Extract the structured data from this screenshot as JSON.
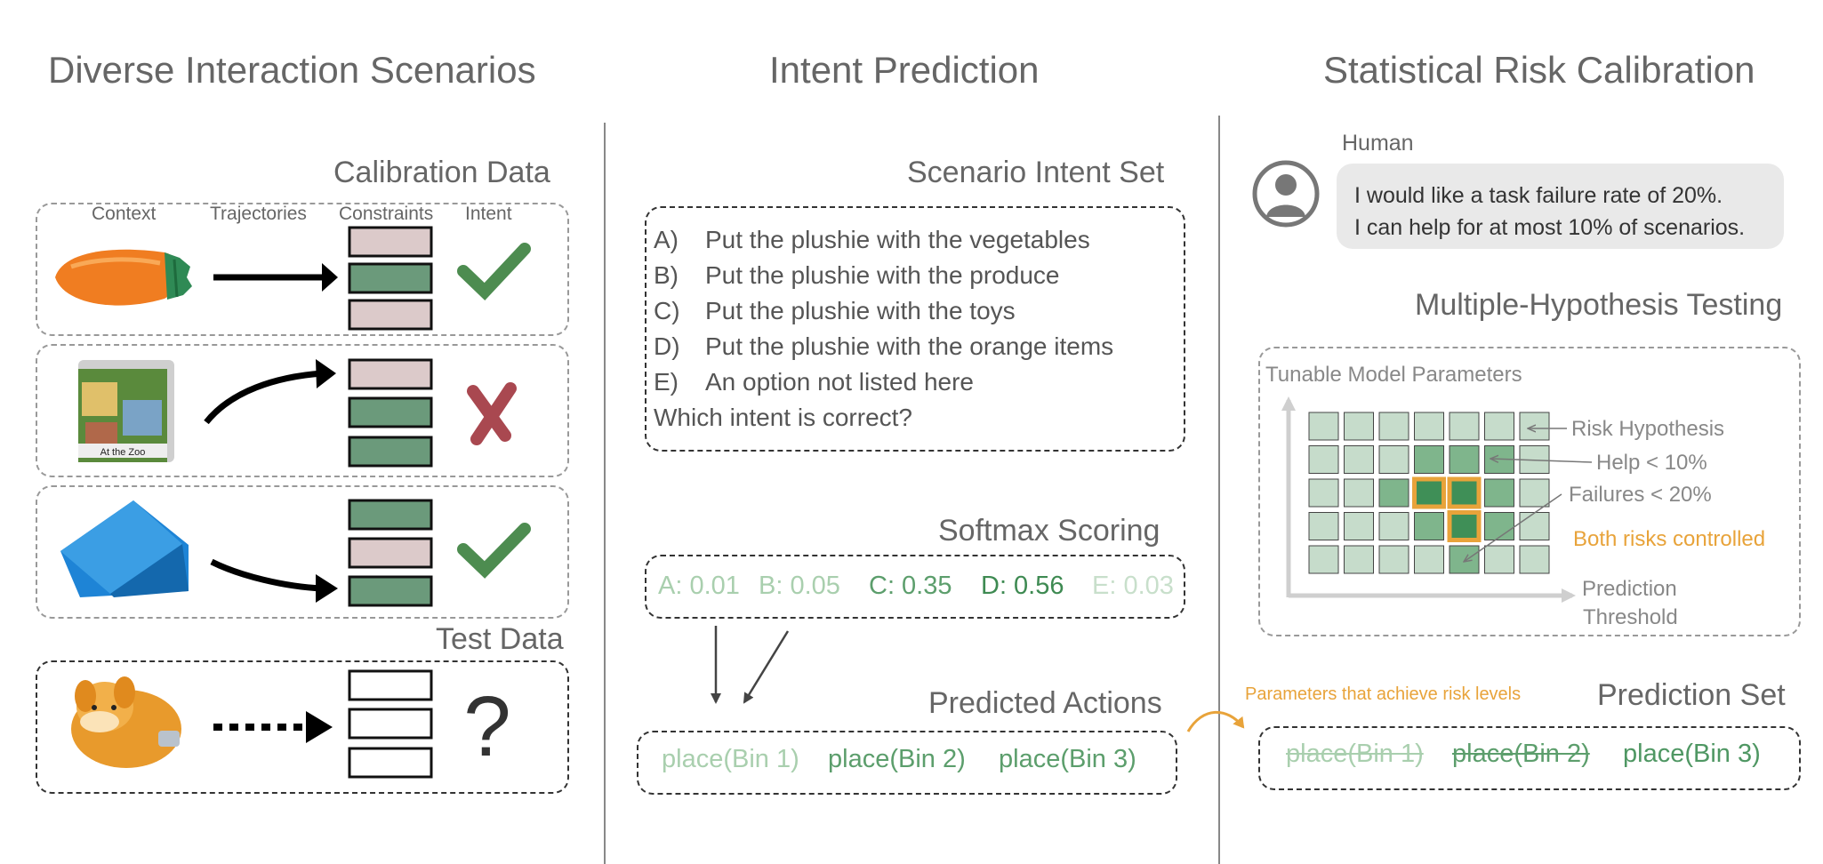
{
  "titles": {
    "col1": "Diverse Interaction Scenarios",
    "col2": "Intent Prediction",
    "col3": "Statistical Risk Calibration"
  },
  "calibration": {
    "title": "Calibration Data",
    "col_context": "Context",
    "col_trajectories": "Trajectories",
    "col_constraints": "Constraints",
    "col_intent": "Intent",
    "rows": [
      {
        "context": "carrot-plushie",
        "trajectory": "straight",
        "bins": [
          "pink",
          "green",
          "pink"
        ],
        "intent": "check"
      },
      {
        "context": "zoo-book",
        "trajectory": "curve-up",
        "bins": [
          "pink",
          "green",
          "green"
        ],
        "intent": "cross",
        "book_text": "At the Zoo"
      },
      {
        "context": "blue-wedge",
        "trajectory": "curve-down",
        "bins": [
          "green",
          "pink",
          "green"
        ],
        "intent": "check"
      }
    ]
  },
  "test": {
    "title": "Test Data",
    "intent_symbol": "?"
  },
  "intent_set": {
    "title": "Scenario Intent Set",
    "options": [
      {
        "letter": "A)",
        "text": "Put the plushie with the vegetables"
      },
      {
        "letter": "B)",
        "text": "Put the plushie with the produce"
      },
      {
        "letter": "C)",
        "text": "Put the plushie with the toys"
      },
      {
        "letter": "D)",
        "text": "Put the plushie with the orange items"
      },
      {
        "letter": "E)",
        "text": "An option not listed here"
      }
    ],
    "question": "Which intent is correct?"
  },
  "softmax": {
    "title": "Softmax Scoring",
    "scores": [
      {
        "label": "A: 0.01",
        "color": "#a9cfae"
      },
      {
        "label": "B: 0.05",
        "color": "#a9cfae"
      },
      {
        "label": "C: 0.35",
        "color": "#5c9e6c"
      },
      {
        "label": "D: 0.56",
        "color": "#3e8a52"
      },
      {
        "label": "E: 0.03",
        "color": "#c8dfcb"
      }
    ]
  },
  "predicted": {
    "title": "Predicted Actions",
    "actions": [
      {
        "label": "place(Bin 1)",
        "color": "#a9cfae"
      },
      {
        "label": "place(Bin 2)",
        "color": "#5c9e6c"
      },
      {
        "label": "place(Bin 3)",
        "color": "#5c9e6c"
      }
    ]
  },
  "human": {
    "label": "Human",
    "line1": "I would like a task failure rate of 20%.",
    "line2": "I can help for at most 10% of scenarios."
  },
  "mht": {
    "title": "Multiple-Hypothesis Testing",
    "y_axis": "Tunable Model Parameters",
    "x_axis_line1": "Prediction",
    "x_axis_line2": "Threshold",
    "risk_hypothesis": "Risk Hypothesis",
    "help": "Help < 10%",
    "failures": "Failures < 20%",
    "both": "Both risks controlled",
    "grid": [
      [
        0,
        0,
        0,
        0,
        0,
        0,
        0
      ],
      [
        0,
        0,
        0,
        1,
        1,
        1,
        0
      ],
      [
        0,
        0,
        1,
        3,
        3,
        1,
        0
      ],
      [
        0,
        0,
        0,
        1,
        3,
        1,
        0
      ],
      [
        0,
        0,
        0,
        0,
        1,
        0,
        0
      ]
    ],
    "colors": {
      "light": "#c6dccb",
      "mid": "#7fb58c",
      "dark": "#3f8f57",
      "highlight": "#e8a33a"
    }
  },
  "prediction_set": {
    "title": "Prediction Set",
    "arrow_label": "Parameters that achieve risk levels",
    "items": [
      {
        "label": "place(Bin 1)",
        "color": "#a9cfae",
        "struck": true
      },
      {
        "label": "place(Bin 2)",
        "color": "#5c9e6c",
        "struck": true
      },
      {
        "label": "place(Bin 3)",
        "color": "#4f9763",
        "struck": false
      }
    ]
  }
}
